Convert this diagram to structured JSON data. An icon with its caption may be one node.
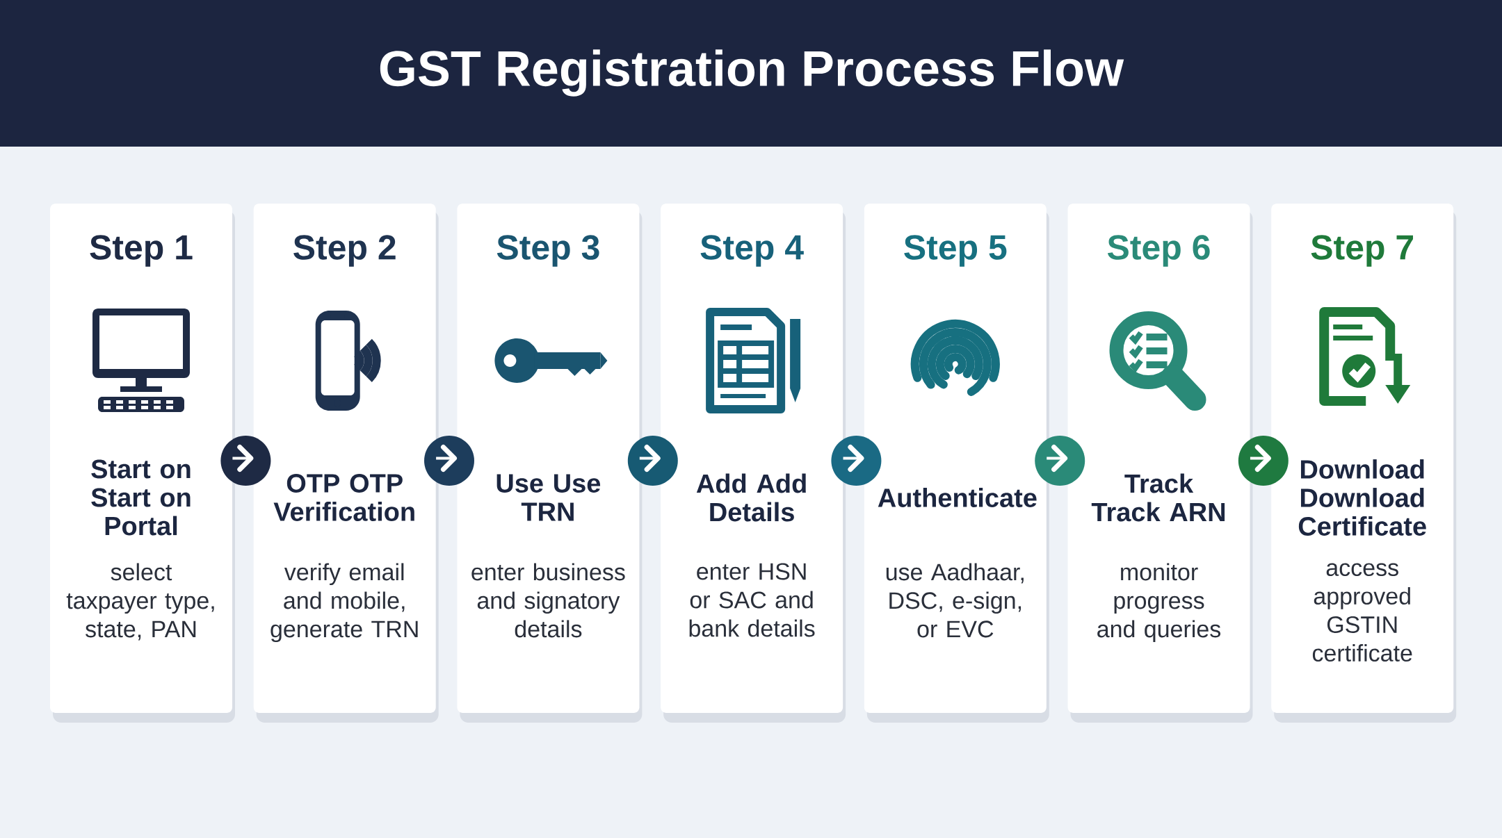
{
  "diagram": {
    "title": "GST Registration Process Flow",
    "nodes": [
      {
        "text": [
          "Step 1",
          "Start on Start on Portal",
          "select taxpayer type, state, PAN"
        ]
      },
      {
        "text": [
          "Step 2",
          "OTP OTP Verification",
          "verify email and mobile, generate TRN"
        ]
      },
      {
        "text": [
          "Step 3",
          "Use Use TRN",
          "enter business and signatory details"
        ]
      },
      {
        "text": [
          "Step 4",
          "Add Add Details",
          "enter HSN or SAC and bank details"
        ]
      },
      {
        "text": [
          "Step 5",
          "Authenticate",
          "use Aadhaar, DSC, e-sign, or EVC"
        ]
      },
      {
        "text": [
          "Step 6",
          "Track Track ARN",
          "monitor progress and queries"
        ]
      },
      {
        "text": [
          "Step 7",
          "Download Download Certificate",
          "access approved GSTIN certificate"
        ]
      }
    ],
    "edges": [
      {
        "from": 0,
        "to": 1,
        "arrow": "to"
      },
      {
        "from": 1,
        "to": 2,
        "arrow": "to"
      },
      {
        "from": 2,
        "to": 3,
        "arrow": "to"
      },
      {
        "from": 3,
        "to": 4,
        "arrow": "to"
      },
      {
        "from": 4,
        "to": 5,
        "arrow": "to"
      },
      {
        "from": 5,
        "to": 6,
        "arrow": "to"
      }
    ]
  }
}
